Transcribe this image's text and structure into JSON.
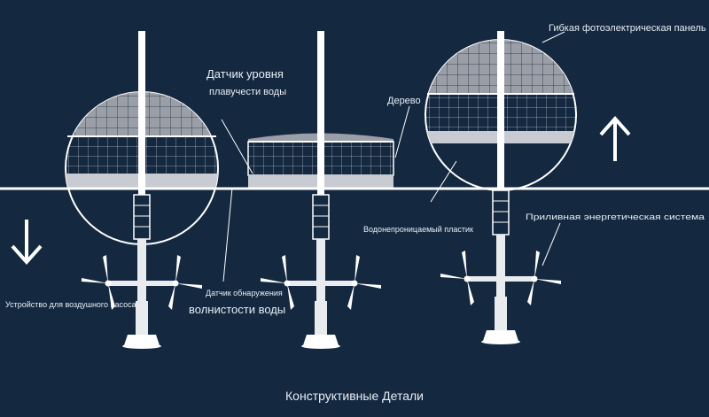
{
  "diagram": {
    "colors": {
      "background": "#142840",
      "line": "#ffffff",
      "panel": "#9a9ea6",
      "grid": "#1b2b3e"
    },
    "labels": {
      "level_sensor_1": "Датчик уровня",
      "level_sensor_2": "плавучести воды",
      "wood": "Дерево",
      "flex_panel": "Гибкая фотоэлектрическая панель",
      "waterproof": "Водонепроницаемый пластик",
      "tidal": "Приливная энергетическая система",
      "air_pump": "Устройство для воздушного насоса",
      "wave_sensor_1": "Датчик обнаружения",
      "wave_sensor_2": "волнистости воды",
      "caption": "Конструктивные Детали"
    },
    "icons": {
      "down_arrow": "arrow-down-icon",
      "up_arrow": "arrow-up-icon"
    }
  }
}
